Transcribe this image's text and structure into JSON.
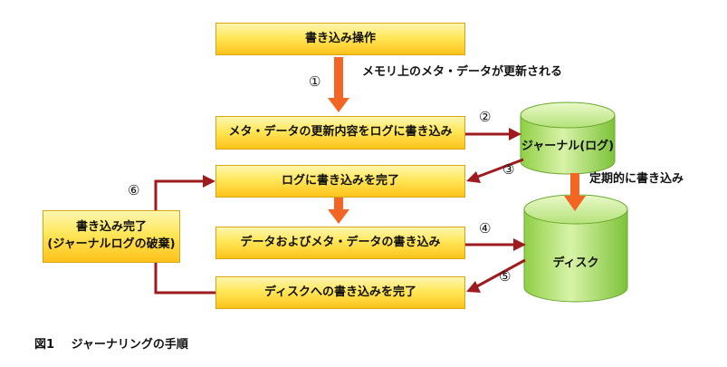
{
  "steps": {
    "write_op": "書き込み操作",
    "meta_to_log": "メタ・データの更新内容をログに書き込み",
    "log_done": "ログに書き込みを完了",
    "data_meta_write": "データおよびメタ・データの書き込み",
    "disk_done": "ディスクへの書き込みを完了",
    "complete_line1": "書き込み完了",
    "complete_line2": "(ジャーナルログの破棄)"
  },
  "notes": {
    "memory_update": "メモリ上のメタ・データが更新される",
    "periodic_write": "定期的に書き込み"
  },
  "numbers": {
    "n1": "①",
    "n2": "②",
    "n3": "③",
    "n4": "④",
    "n5": "⑤",
    "n6": "⑥"
  },
  "storage": {
    "journal": "ジャーナル(ログ)",
    "disk": "ディスク"
  },
  "caption": {
    "figure": "図1",
    "title": "ジャーナリングの手順"
  },
  "colors": {
    "orange_arrow": "#f26522",
    "dark_red_arrow": "#9e1b20",
    "box_fill": "#ffd52a",
    "cylinder_fill": "#b7e37a"
  }
}
